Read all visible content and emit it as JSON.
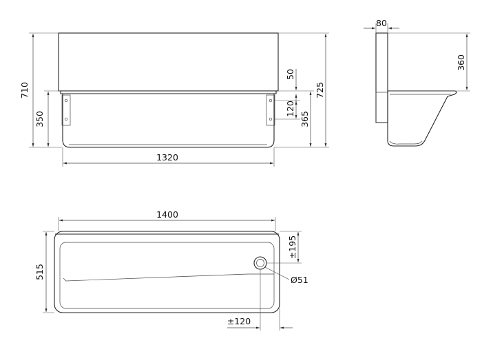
{
  "views": {
    "front": {
      "overall_height": "710",
      "bracket_height": "350",
      "width": "1320",
      "top_height": "50",
      "bracket_offset": "120",
      "bowl_height": "365",
      "total_height": "725"
    },
    "side": {
      "depth": "80",
      "panel_height": "360"
    },
    "top": {
      "width": "1400",
      "depth": "515",
      "drain_offset_depth": "±195",
      "drain_diameter": "Ø51",
      "drain_offset_side": "±120"
    }
  },
  "colors": {
    "line": "#222222",
    "background": "#ffffff"
  }
}
